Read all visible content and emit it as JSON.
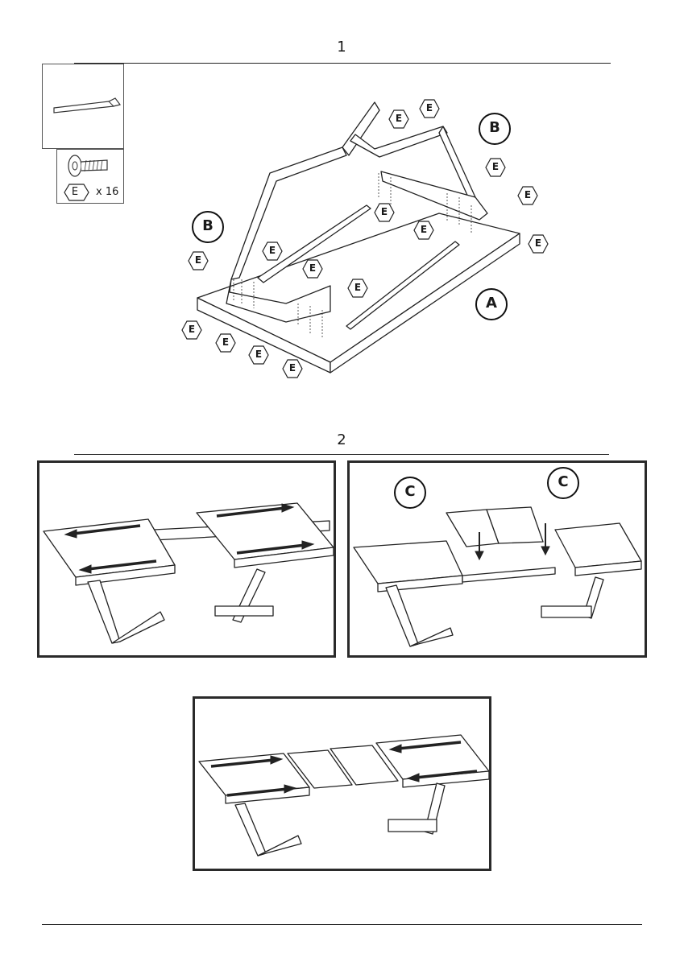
{
  "steps": [
    {
      "number": "1"
    },
    {
      "number": "2"
    }
  ],
  "hardware": {
    "label": "E",
    "quantity": "x 16",
    "items": [
      "allen-key",
      "bolt"
    ]
  },
  "callouts": {
    "table_top": "A",
    "frame": "B",
    "leaf": "C",
    "bolt": "E"
  }
}
